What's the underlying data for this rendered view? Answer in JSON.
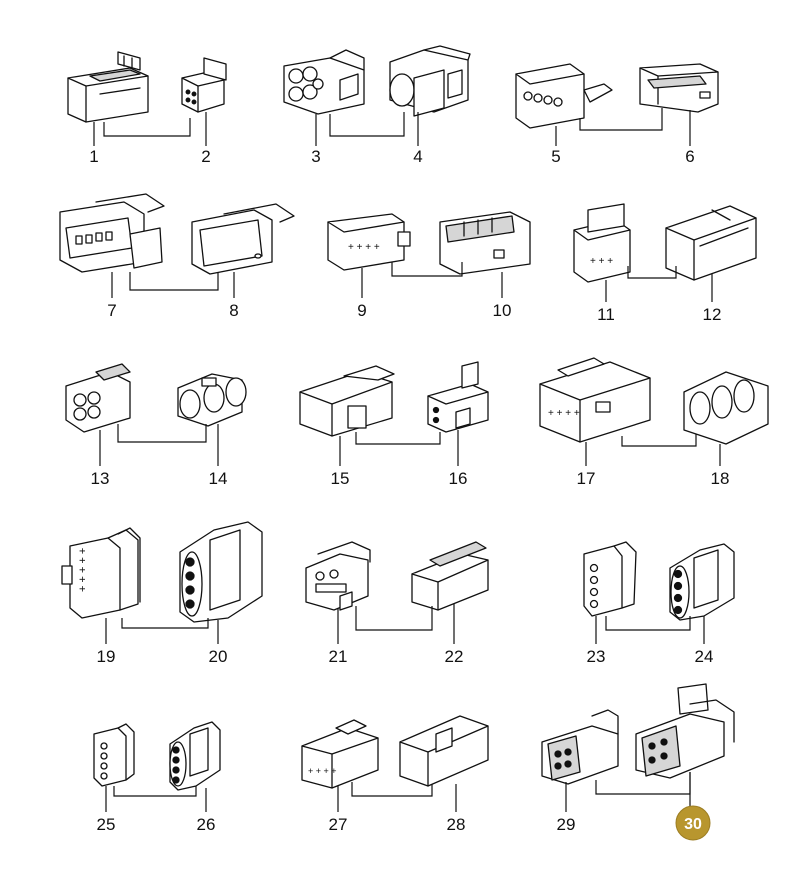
{
  "parts": [
    {
      "num": "1"
    },
    {
      "num": "2"
    },
    {
      "num": "3"
    },
    {
      "num": "4"
    },
    {
      "num": "5"
    },
    {
      "num": "6"
    },
    {
      "num": "7"
    },
    {
      "num": "8"
    },
    {
      "num": "9"
    },
    {
      "num": "10"
    },
    {
      "num": "11"
    },
    {
      "num": "12"
    },
    {
      "num": "13"
    },
    {
      "num": "14"
    },
    {
      "num": "15"
    },
    {
      "num": "16"
    },
    {
      "num": "17"
    },
    {
      "num": "18"
    },
    {
      "num": "19"
    },
    {
      "num": "20"
    },
    {
      "num": "21"
    },
    {
      "num": "22"
    },
    {
      "num": "23"
    },
    {
      "num": "24"
    },
    {
      "num": "25"
    },
    {
      "num": "26"
    },
    {
      "num": "27"
    },
    {
      "num": "28"
    },
    {
      "num": "29"
    },
    {
      "num": "30"
    }
  ],
  "highlight": {
    "num": "30",
    "color": "#b8962e"
  }
}
